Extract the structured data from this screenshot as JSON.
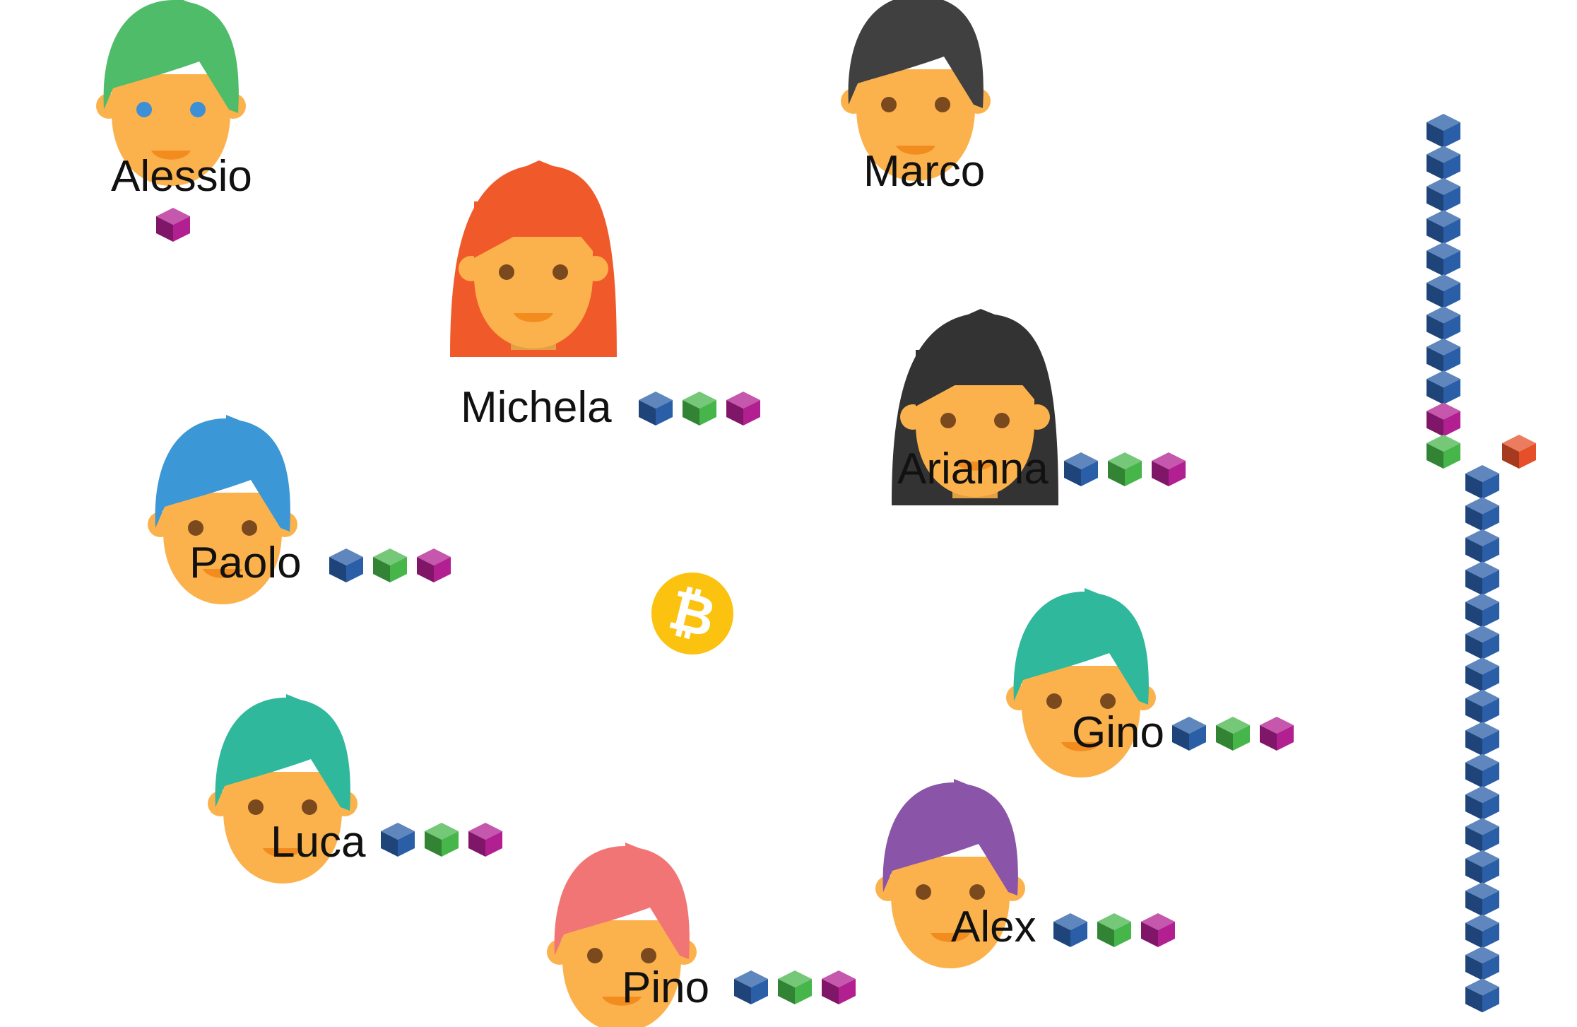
{
  "nodes": [
    {
      "id": "alessio",
      "name": "Alessio",
      "hair": "#4fbc6a",
      "eyes": "#3d8fd6",
      "style": "short",
      "blocks": [
        "magenta"
      ]
    },
    {
      "id": "marco",
      "name": "Marco",
      "hair": "#404040",
      "eyes": "#7a4a1e",
      "style": "short",
      "blocks": []
    },
    {
      "id": "michela",
      "name": "Michela",
      "hair": "#f0592a",
      "eyes": "#7a4a1e",
      "style": "long",
      "blocks": [
        "blue",
        "green",
        "magenta"
      ]
    },
    {
      "id": "arianna",
      "name": "Arianna",
      "hair": "#333333",
      "eyes": "#7a4a1e",
      "style": "long",
      "blocks": [
        "blue",
        "green",
        "magenta"
      ]
    },
    {
      "id": "paolo",
      "name": "Paolo",
      "hair": "#3b97d6",
      "eyes": "#7a4a1e",
      "style": "short",
      "blocks": [
        "blue",
        "green",
        "magenta"
      ]
    },
    {
      "id": "gino",
      "name": "Gino",
      "hair": "#2fb89c",
      "eyes": "#7a4a1e",
      "style": "short",
      "blocks": [
        "blue",
        "green",
        "magenta"
      ]
    },
    {
      "id": "luca",
      "name": "Luca",
      "hair": "#2fb89c",
      "eyes": "#7a4a1e",
      "style": "short",
      "blocks": [
        "blue",
        "green",
        "magenta"
      ]
    },
    {
      "id": "alex",
      "name": "Alex",
      "hair": "#8a55a8",
      "eyes": "#7a4a1e",
      "style": "short",
      "blocks": [
        "blue",
        "green",
        "magenta"
      ]
    },
    {
      "id": "pino",
      "name": "Pino",
      "hair": "#f27575",
      "eyes": "#7a4a1e",
      "style": "short",
      "blocks": [
        "blue",
        "green",
        "magenta"
      ]
    }
  ],
  "center_icon": "bitcoin-icon",
  "chain": {
    "upper": [
      "blue",
      "blue",
      "blue",
      "blue",
      "blue",
      "blue",
      "blue",
      "blue",
      "blue",
      "magenta",
      "green"
    ],
    "fork": [
      "red"
    ],
    "lower": [
      "blue",
      "blue",
      "blue",
      "blue",
      "blue",
      "blue",
      "blue",
      "blue",
      "blue",
      "blue",
      "blue",
      "blue",
      "blue",
      "blue",
      "blue",
      "blue",
      "blue"
    ]
  },
  "colors": {
    "skin": "#fbb24c",
    "mouth": "#f28c1e",
    "block_blue": "#2a5fa8",
    "block_green": "#47b64a",
    "block_magenta": "#b21f91",
    "block_red": "#e5502a",
    "bitcoin": "#fbc20f"
  }
}
